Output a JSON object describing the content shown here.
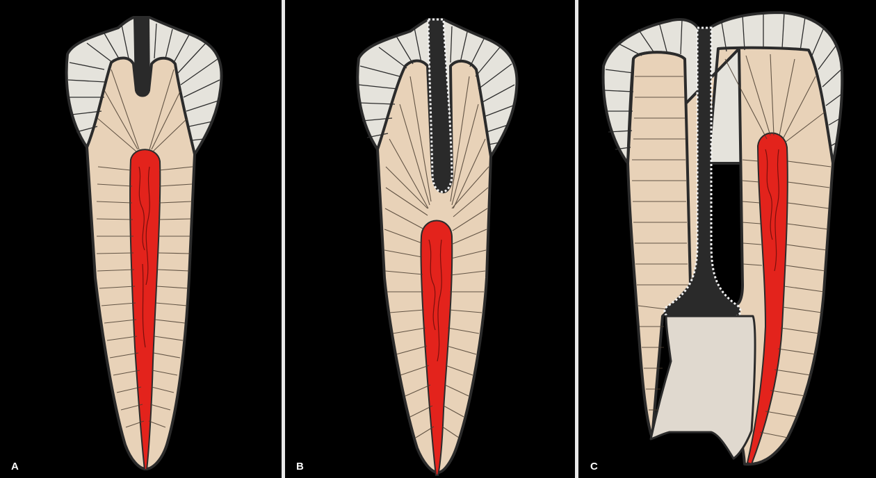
{
  "panels": [
    {
      "id": "A",
      "label": "A"
    },
    {
      "id": "B",
      "label": "B"
    },
    {
      "id": "C",
      "label": "C"
    }
  ],
  "colors": {
    "background": "#000000",
    "divider": "#e9e9e9",
    "enamel": "#e5e3dc",
    "dentin": "#e8d2b8",
    "pulp": "#e3231c",
    "outline": "#2b2b2b",
    "restoration": "#e0d9cf",
    "caries": "#2a2a2a"
  }
}
